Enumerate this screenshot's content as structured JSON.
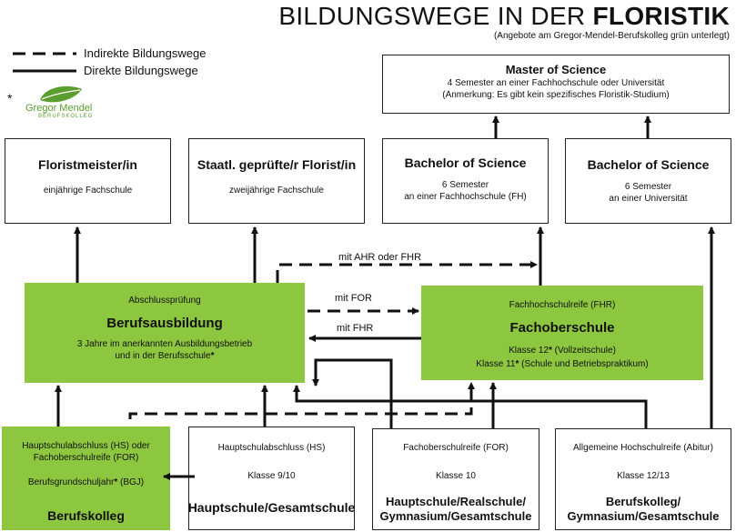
{
  "header": {
    "title_prefix": "BILDUNGSWEGE IN DER ",
    "title_bold": "FLORISTIK",
    "subtitle": "(Angebote am Gregor-Mendel-Berufskolleg grün unterlegt)"
  },
  "legend": {
    "indirect": "Indirekte Bildungswege",
    "direct": "Direkte Bildungswege",
    "asterisk": "*",
    "logo_name": "Gregor Mendel",
    "logo_sub": "BERUFSKOLLEG"
  },
  "colors": {
    "green": "#8dc63f",
    "logo_green": "#5a9e2f",
    "line": "#111111"
  },
  "boxes": {
    "master": {
      "title": "Master of Science",
      "line1": "4 Semester an einer Fachhochschule oder Universität",
      "line2": "(Anmerkung: Es gibt kein spezifisches Floristik-Studium)"
    },
    "floristmeister": {
      "title": "Floristmeister/in",
      "desc": "einjährige Fachschule"
    },
    "staatl": {
      "title": "Staatl. geprüfte/r Florist/in",
      "desc": "zweijährige Fachschule"
    },
    "bachelor_fh": {
      "title": "Bachelor of Science",
      "line1": "6 Semester",
      "line2": "an einer Fachhochschule (FH)"
    },
    "bachelor_uni": {
      "title": "Bachelor of Science",
      "line1": "6 Semester",
      "line2": "an einer Universität"
    },
    "berufsausbildung": {
      "top": "Abschlussprüfung",
      "title": "Berufsausbildung",
      "line1": "3 Jahre im anerkannten Ausbildungsbetrieb",
      "line2": "und in der Berufsschule",
      "star": "*"
    },
    "fachoberschule": {
      "top": "Fachhochschulreife (FHR)",
      "title": "Fachoberschule",
      "line1": "Klasse 12",
      "line1_star": "*",
      "line1_rest": " (Vollzeitschule)",
      "line2": "Klasse 11",
      "line2_star": "*",
      "line2_rest": " (Schule und Betriebspraktikum)"
    },
    "berufskolleg": {
      "line1": "Hauptschulabschluss (HS) oder",
      "line2": "Fachoberschulreife (FOR)",
      "bgj": "Berufsgrundschuljahr",
      "bgj_star": "*",
      "bgj_rest": " (BGJ)",
      "title": "Berufskolleg"
    },
    "hauptschule": {
      "top": "Hauptschulabschluss (HS)",
      "klasse": "Klasse 9/10",
      "title": "Hauptschule/Gesamtschule"
    },
    "realschule": {
      "top": "Fachoberschulreife (FOR)",
      "klasse": "Klasse 10",
      "title1": "Hauptschule/Realschule/",
      "title2": "Gymnasium/Gesamtschule"
    },
    "abitur": {
      "top": "Allgemeine Hochschulreife (Abitur)",
      "klasse": "Klasse 12/13",
      "title1": "Berufskolleg/",
      "title2": "Gymnasium/Gesamtschule"
    }
  },
  "arrow_labels": {
    "ahr_fhr": "mit AHR oder FHR",
    "for": "mit FOR",
    "fhr": "mit FHR"
  }
}
